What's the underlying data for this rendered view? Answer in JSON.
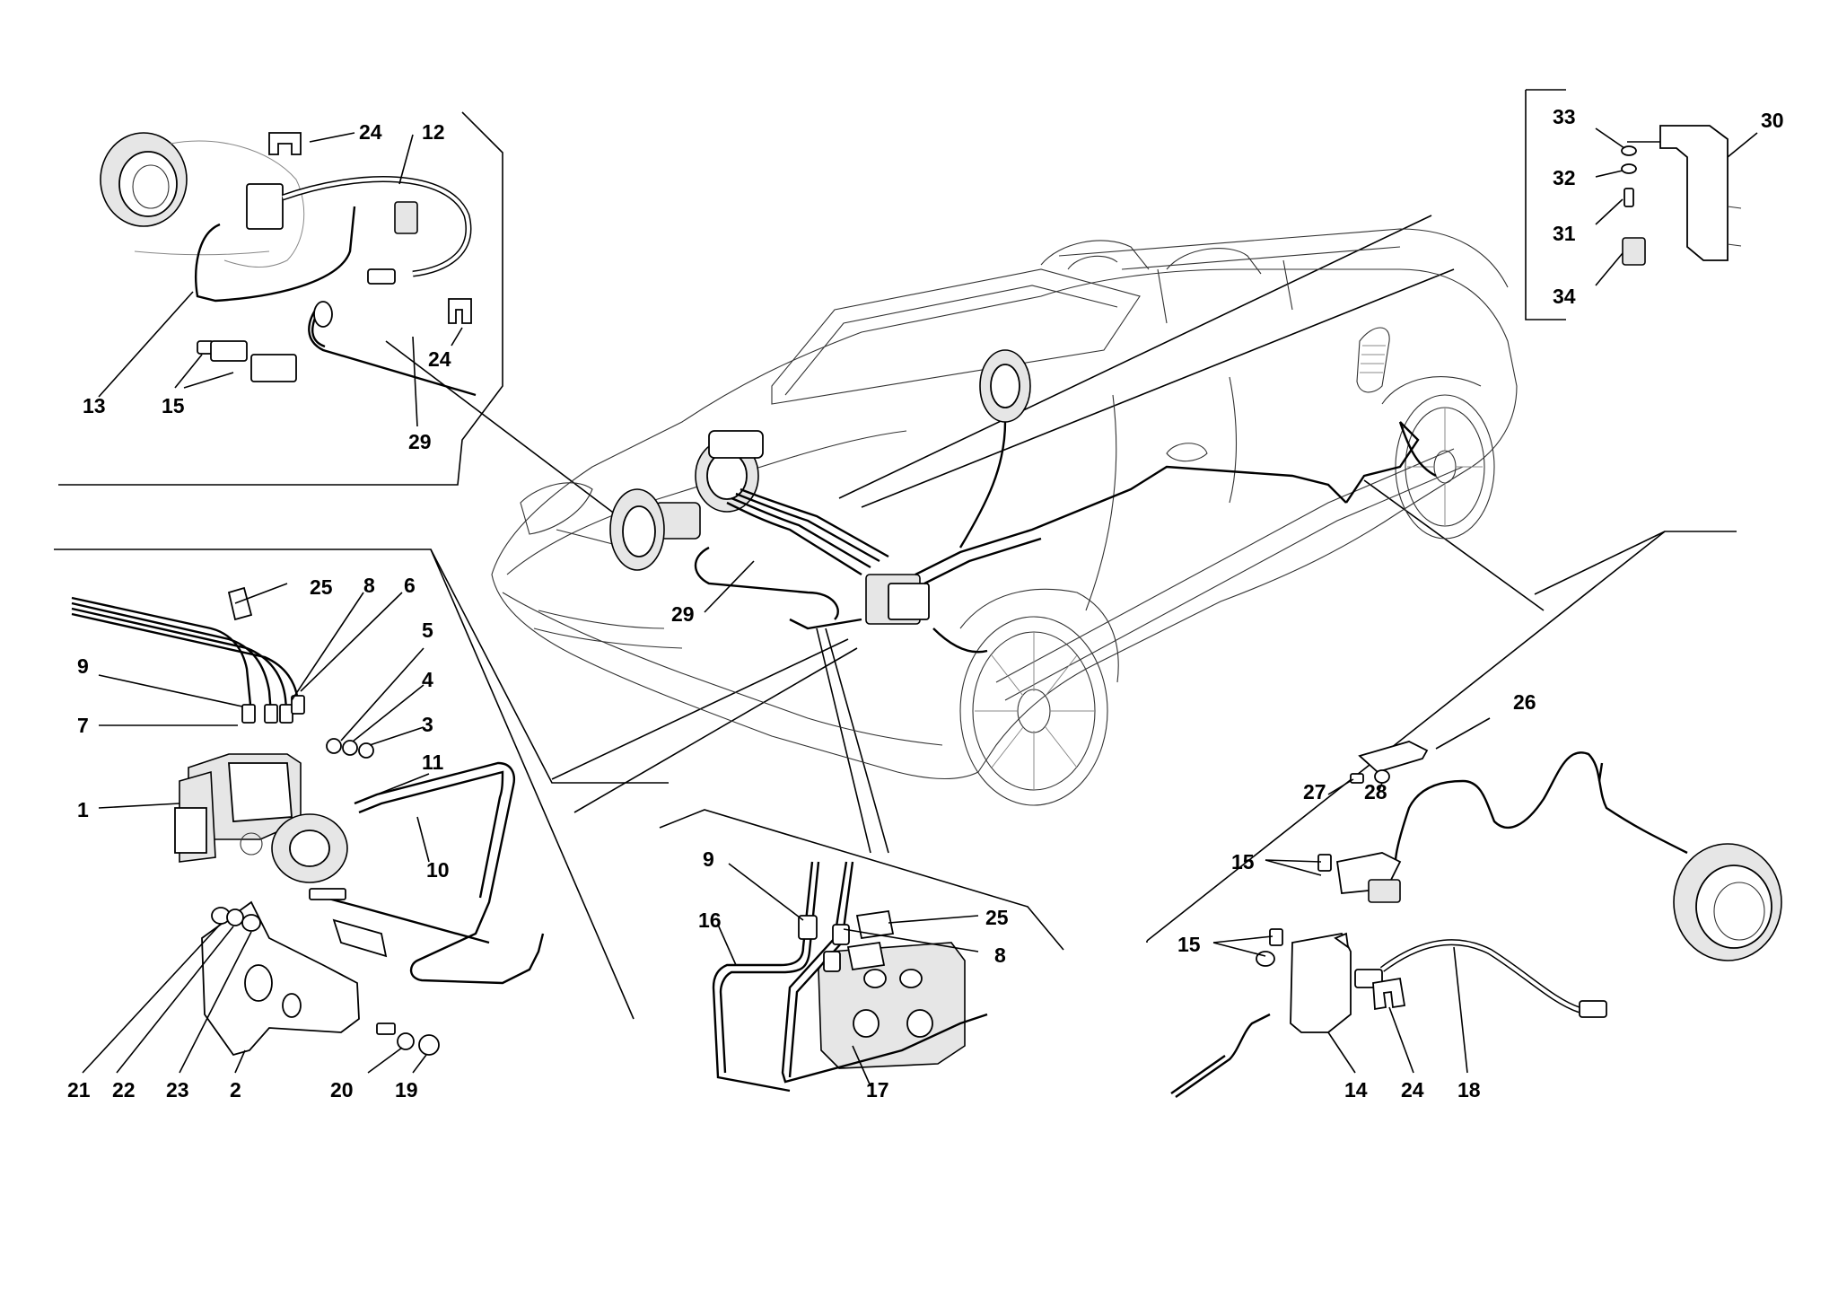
{
  "callouts": [
    {
      "id": "c-top-left-24",
      "text": "24"
    },
    {
      "id": "c-top-left-12",
      "text": "12"
    },
    {
      "id": "c-top-left-24b",
      "text": "24"
    },
    {
      "id": "c-top-left-13",
      "text": "13"
    },
    {
      "id": "c-top-left-15",
      "text": "15"
    },
    {
      "id": "c-top-left-29",
      "text": "29"
    },
    {
      "id": "c-top-right-33",
      "text": "33"
    },
    {
      "id": "c-top-right-30",
      "text": "30"
    },
    {
      "id": "c-top-right-32",
      "text": "32"
    },
    {
      "id": "c-top-right-31",
      "text": "31"
    },
    {
      "id": "c-top-right-34",
      "text": "34"
    },
    {
      "id": "c-left-25",
      "text": "25"
    },
    {
      "id": "c-left-8",
      "text": "8"
    },
    {
      "id": "c-left-6",
      "text": "6"
    },
    {
      "id": "c-left-5",
      "text": "5"
    },
    {
      "id": "c-left-9",
      "text": "9"
    },
    {
      "id": "c-left-4",
      "text": "4"
    },
    {
      "id": "c-left-7",
      "text": "7"
    },
    {
      "id": "c-left-3",
      "text": "3"
    },
    {
      "id": "c-left-11",
      "text": "11"
    },
    {
      "id": "c-left-1",
      "text": "1"
    },
    {
      "id": "c-left-10",
      "text": "10"
    },
    {
      "id": "c-left-21",
      "text": "21"
    },
    {
      "id": "c-left-22",
      "text": "22"
    },
    {
      "id": "c-left-23",
      "text": "23"
    },
    {
      "id": "c-left-2",
      "text": "2"
    },
    {
      "id": "c-left-20",
      "text": "20"
    },
    {
      "id": "c-left-19",
      "text": "19"
    },
    {
      "id": "c-center-29",
      "text": "29"
    },
    {
      "id": "c-bottom-9",
      "text": "9"
    },
    {
      "id": "c-bottom-16",
      "text": "16"
    },
    {
      "id": "c-bottom-25",
      "text": "25"
    },
    {
      "id": "c-bottom-8",
      "text": "8"
    },
    {
      "id": "c-bottom-17",
      "text": "17"
    },
    {
      "id": "c-right-26",
      "text": "26"
    },
    {
      "id": "c-right-27",
      "text": "27"
    },
    {
      "id": "c-right-28",
      "text": "28"
    },
    {
      "id": "c-right-15a",
      "text": "15"
    },
    {
      "id": "c-right-15b",
      "text": "15"
    },
    {
      "id": "c-right-14",
      "text": "14"
    },
    {
      "id": "c-right-24",
      "text": "24"
    },
    {
      "id": "c-right-18",
      "text": "18"
    }
  ]
}
